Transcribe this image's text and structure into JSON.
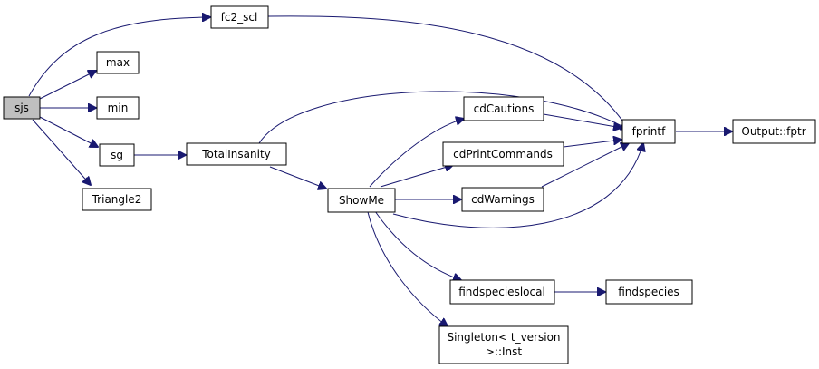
{
  "graph": {
    "title": "sjs call graph",
    "edge_color": "#191970",
    "root_fill": "#bfbfbf",
    "nodes": {
      "sjs": {
        "label": "sjs"
      },
      "fc2": {
        "label": "fc2_scl"
      },
      "max": {
        "label": "max"
      },
      "min": {
        "label": "min"
      },
      "sg": {
        "label": "sg"
      },
      "tri": {
        "label": "Triangle2"
      },
      "total": {
        "label": "TotalInsanity"
      },
      "show": {
        "label": "ShowMe"
      },
      "cdc": {
        "label": "cdCautions"
      },
      "cdp": {
        "label": "cdPrintCommands"
      },
      "cdw": {
        "label": "cdWarnings"
      },
      "fprintf": {
        "label": "fprintf"
      },
      "output": {
        "label": "Output::fptr"
      },
      "fsl": {
        "label": "findspecieslocal"
      },
      "fs": {
        "label": "findspecies"
      },
      "single": {
        "label_line1": "Singleton< t_version",
        "label_line2": ">::Inst"
      }
    }
  }
}
